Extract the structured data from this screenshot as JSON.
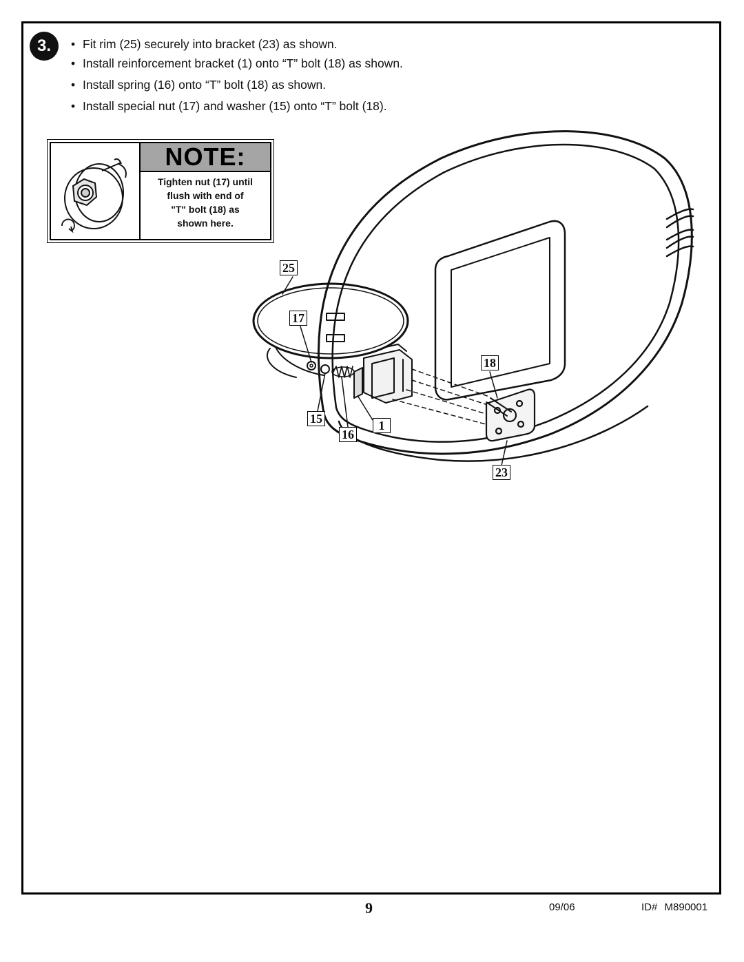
{
  "step": {
    "number": "3."
  },
  "instructions": [
    "Fit rim (25) securely into bracket (23) as shown.",
    "Install reinforcement bracket (1) onto “T” bolt (18) as shown.",
    "Install spring (16) onto “T” bolt (18) as shown.",
    "Install special nut (17) and washer (15) onto “T” bolt (18)."
  ],
  "note": {
    "header": "NOTE:",
    "lines": [
      "Tighten nut (17) until",
      "flush with end of",
      "\"T\" bolt (18) as",
      "shown here."
    ],
    "icon": "nut-tightening-icon"
  },
  "callouts": {
    "rim": "25",
    "nut": "17",
    "t_bolt": "18",
    "washer": "15",
    "spring": "16",
    "reinforcement_bracket": "1",
    "bracket": "23"
  },
  "footer": {
    "page_number": "9",
    "date": "09/06",
    "id": "ID# M890001"
  }
}
